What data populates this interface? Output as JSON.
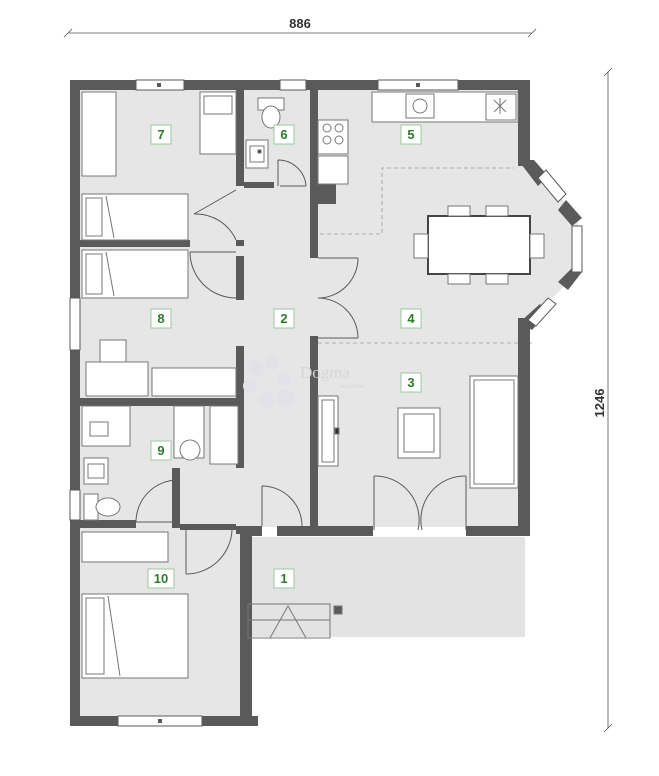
{
  "dimensions": {
    "width": "886",
    "height": "1246"
  },
  "rooms": [
    {
      "number": "1"
    },
    {
      "number": "2"
    },
    {
      "number": "3"
    },
    {
      "number": "4"
    },
    {
      "number": "5"
    },
    {
      "number": "6"
    },
    {
      "number": "7"
    },
    {
      "number": "8"
    },
    {
      "number": "9"
    },
    {
      "number": "10"
    }
  ],
  "watermark": {
    "name": "Dogma",
    "tagline": "nekretnine"
  },
  "colors": {
    "wall": "#5a5a5a",
    "floor": "#e6e6e6",
    "label_text": "#2a7d2a",
    "label_border": "#9cc89c",
    "dimension": "#333333"
  }
}
